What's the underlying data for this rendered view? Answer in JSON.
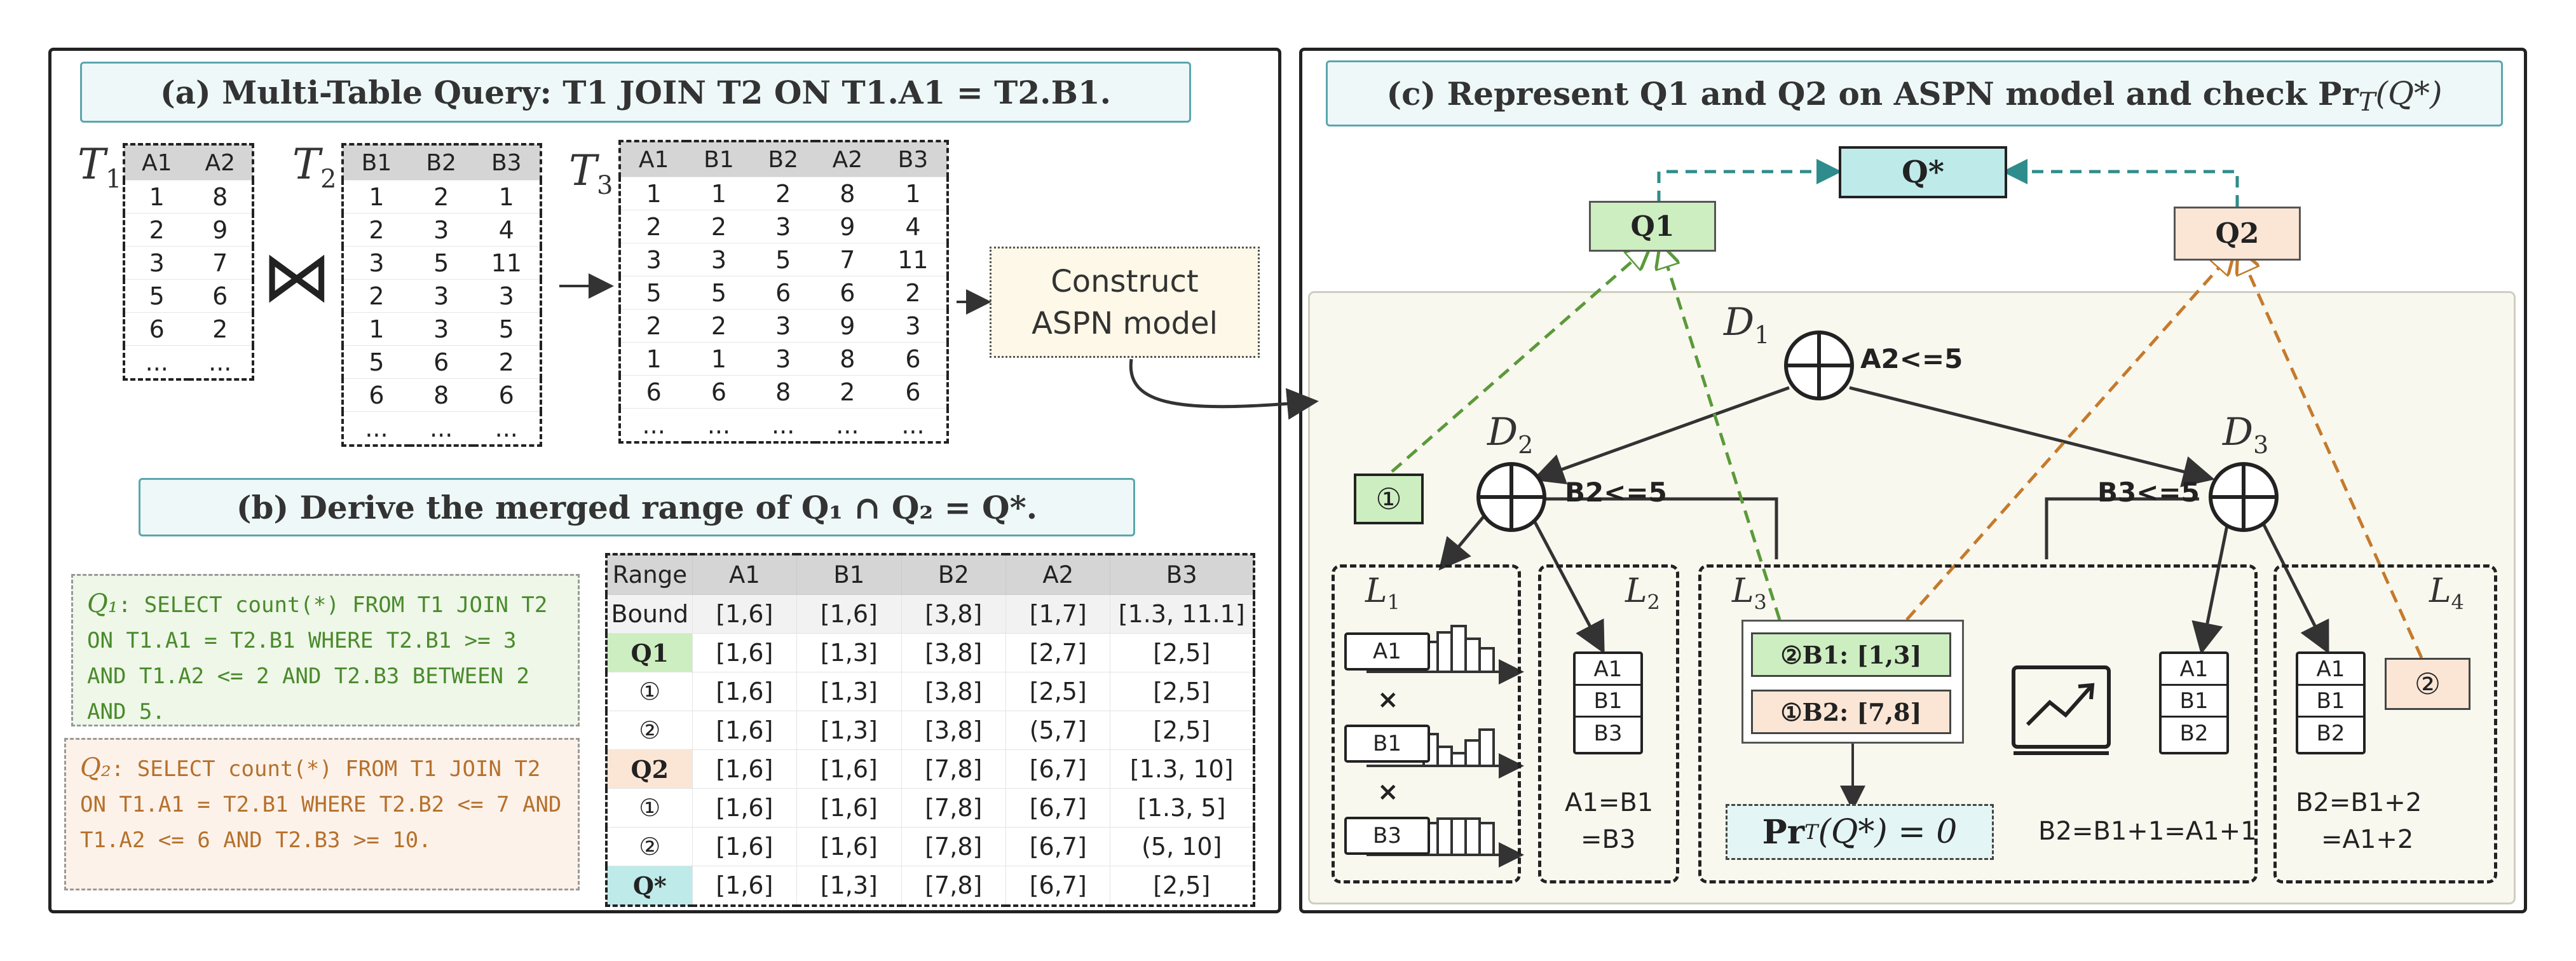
{
  "panel_a": {
    "title": "(a) Multi-Table Query: T1 JOIN T2 ON T1.A1 = T2.B1.",
    "t1": {
      "label": "T",
      "sub": "1",
      "headers": [
        "A1",
        "A2"
      ],
      "rows": [
        [
          "1",
          "8"
        ],
        [
          "2",
          "9"
        ],
        [
          "3",
          "7"
        ],
        [
          "5",
          "6"
        ],
        [
          "6",
          "2"
        ],
        [
          "...",
          "..."
        ]
      ]
    },
    "t2": {
      "label": "T",
      "sub": "2",
      "headers": [
        "B1",
        "B2",
        "B3"
      ],
      "rows": [
        [
          "1",
          "2",
          "1"
        ],
        [
          "2",
          "3",
          "4"
        ],
        [
          "3",
          "5",
          "11"
        ],
        [
          "2",
          "3",
          "3"
        ],
        [
          "1",
          "3",
          "5"
        ],
        [
          "5",
          "6",
          "2"
        ],
        [
          "6",
          "8",
          "6"
        ],
        [
          "...",
          "...",
          "..."
        ]
      ]
    },
    "t3": {
      "label": "T",
      "sub": "3",
      "headers": [
        "A1",
        "B1",
        "B2",
        "A2",
        "B3"
      ],
      "rows": [
        [
          "1",
          "1",
          "2",
          "8",
          "1"
        ],
        [
          "2",
          "2",
          "3",
          "9",
          "4"
        ],
        [
          "3",
          "3",
          "5",
          "7",
          "11"
        ],
        [
          "5",
          "5",
          "6",
          "6",
          "2"
        ],
        [
          "2",
          "2",
          "3",
          "9",
          "3"
        ],
        [
          "1",
          "1",
          "3",
          "8",
          "6"
        ],
        [
          "6",
          "6",
          "8",
          "2",
          "6"
        ],
        [
          "...",
          "...",
          "...",
          "...",
          "..."
        ]
      ]
    },
    "join_symbol": "⋈",
    "construct_label": "Construct ASPN model"
  },
  "panel_b": {
    "title": "(b) Derive the merged range of Q₁ ∩ Q₂ = Q*.",
    "q1_name": "Q₁",
    "q1_text": ": SELECT count(*) FROM T1 JOIN T2 ON T1.A1 = T2.B1 WHERE T2.B1 >= 3 AND T1.A2 <= 2 AND T2.B3 BETWEEN 2 AND 5.",
    "q2_name": "Q₂",
    "q2_text": ": SELECT count(*) FROM T1 JOIN T2 ON T1.A1 = T2.B1 WHERE T2.B2 <= 7 AND T1.A2 <= 6 AND T2.B3 >= 10.",
    "range_table": {
      "headers": [
        "Range",
        "A1",
        "B1",
        "B2",
        "A2",
        "B3"
      ],
      "rows": [
        [
          "Bound",
          "[1,6]",
          "[1,6]",
          "[3,8]",
          "[1,7]",
          "[1.3, 11.1]"
        ],
        [
          "Q1",
          "[1,6]",
          "[1,3]",
          "[3,8]",
          "[2,7]",
          "[2,5]"
        ],
        [
          "①",
          "[1,6]",
          "[1,3]",
          "[3,8]",
          "[2,5]",
          "[2,5]"
        ],
        [
          "②",
          "[1,6]",
          "[1,3]",
          "[3,8]",
          "(5,7]",
          "[2,5]"
        ],
        [
          "Q2",
          "[1,6]",
          "[1,6]",
          "[7,8]",
          "[6,7]",
          "[1.3, 10]"
        ],
        [
          "①",
          "[1,6]",
          "[1,6]",
          "[7,8]",
          "[6,7]",
          "[1.3, 5]"
        ],
        [
          "②",
          "[1,6]",
          "[1,6]",
          "[7,8]",
          "[6,7]",
          "(5, 10]"
        ],
        [
          "Q*",
          "[1,6]",
          "[1,3]",
          "[7,8]",
          "[6,7]",
          "[2,5]"
        ]
      ]
    }
  },
  "panel_c": {
    "title": "(c) Represent Q1 and Q2 on ASPN model and check Pr",
    "title_sub": "T",
    "title_tail": "(Q*)",
    "qstar": "Q*",
    "q1": "Q1",
    "q2": "Q2",
    "d1": "D",
    "d1_sub": "1",
    "d1_cond": "A2<=5",
    "d2": "D",
    "d2_sub": "2",
    "d2_cond": "B2<=5",
    "d3": "D",
    "d3_sub": "3",
    "d3_cond": "B3<=5",
    "marker1": "①",
    "marker2": "②",
    "l1": {
      "name": "L",
      "sub": "1",
      "cols": [
        "A1",
        "B1",
        "B3"
      ],
      "times": "×"
    },
    "l2": {
      "name": "L",
      "sub": "2",
      "cols": [
        "A1",
        "B1",
        "B3"
      ],
      "rel1": "A1=B1",
      "rel2": "=B3"
    },
    "l3": {
      "name": "L",
      "sub": "3",
      "range1": "②B1: [1,3]",
      "range2": "①B2: [7,8]",
      "result_pre": "Pr",
      "result_sub": "T",
      "result_post": "(Q*) = 0",
      "cols": [
        "A1",
        "B1",
        "B2"
      ],
      "rel": "B2=B1+1=A1+1"
    },
    "l4": {
      "name": "L",
      "sub": "4",
      "cols": [
        "A1",
        "B1",
        "B2"
      ],
      "rel1": "B2=B1+2",
      "rel2": "=A1+2"
    },
    "colors": {
      "green": "#cdeec0",
      "peach": "#fbe6d6",
      "cyan": "#bfeaea",
      "green_dash": "#5a9a3a",
      "orange_dash": "#c57a2c",
      "teal_dash": "#2f8c8c"
    }
  }
}
